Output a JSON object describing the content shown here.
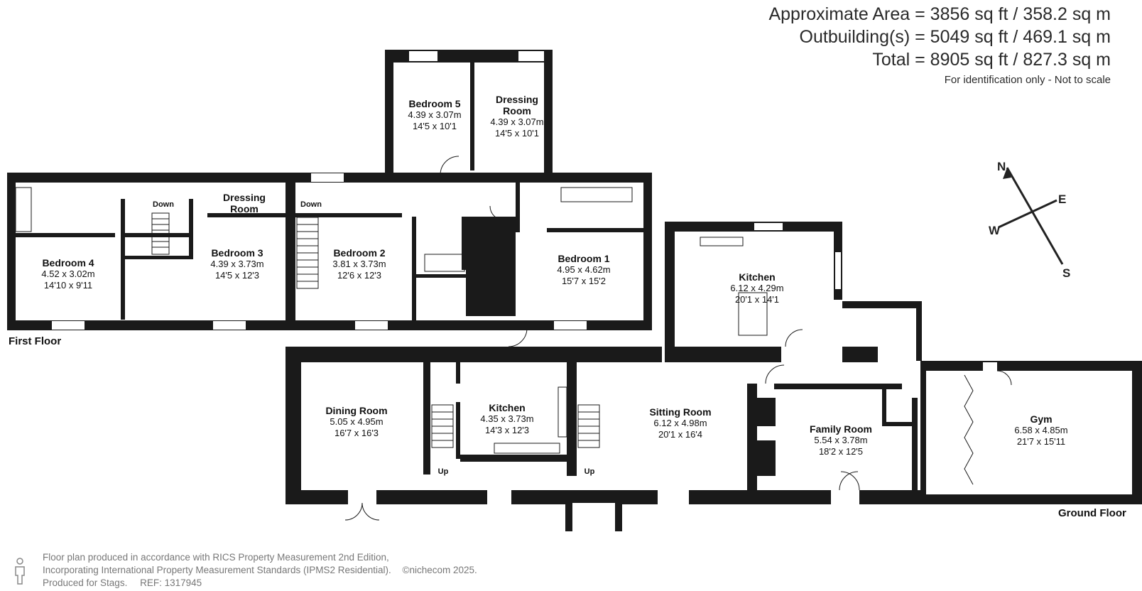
{
  "header": {
    "approx_area": "Approximate Area = 3856 sq ft / 358.2 sq m",
    "outbuildings": "Outbuilding(s) = 5049 sq ft / 469.1 sq m",
    "total": "Total = 8905 sq ft / 827.3 sq m",
    "note": "For identification only - Not to scale"
  },
  "compass": {
    "n": "N",
    "e": "E",
    "s": "S",
    "w": "W"
  },
  "floors": {
    "first": "First Floor",
    "ground": "Ground Floor"
  },
  "first_floor_rooms": [
    {
      "name": "Bedroom 5",
      "metric": "4.39 x 3.07m",
      "imperial": "14'5 x 10'1"
    },
    {
      "name": "Dressing Room",
      "metric": "4.39 x 3.07m",
      "imperial": "14'5 x 10'1"
    },
    {
      "name": "Bedroom 4",
      "metric": "4.52 x 3.02m",
      "imperial": "14'10 x 9'11"
    },
    {
      "name": "Bedroom 3",
      "metric": "4.39 x 3.73m",
      "imperial": "14'5 x 12'3"
    },
    {
      "name": "Bedroom 2",
      "metric": "3.81 x 3.73m",
      "imperial": "12'6 x 12'3"
    },
    {
      "name": "Bedroom 1",
      "metric": "4.95 x 4.62m",
      "imperial": "15'7 x 15'2"
    },
    {
      "name": "Dressing Room"
    }
  ],
  "ground_floor_rooms": [
    {
      "name": "Kitchen",
      "metric": "6.12 x 4.29m",
      "imperial": "20'1 x 14'1"
    },
    {
      "name": "Dining Room",
      "metric": "5.05 x 4.95m",
      "imperial": "16'7 x 16'3"
    },
    {
      "name": "Kitchen",
      "metric": "4.35 x 3.73m",
      "imperial": "14'3 x 12'3"
    },
    {
      "name": "Sitting Room",
      "metric": "6.12 x 4.98m",
      "imperial": "20'1 x 16'4"
    },
    {
      "name": "Family Room",
      "metric": "5.54 x 3.78m",
      "imperial": "18'2 x 12'5"
    },
    {
      "name": "Gym",
      "metric": "6.58 x 4.85m",
      "imperial": "21'7 x 15'11"
    }
  ],
  "stair_labels": {
    "down": "Down",
    "up": "Up"
  },
  "footer": {
    "line1": "Floor plan produced in accordance with RICS Property Measurement 2nd Edition,",
    "line2": "Incorporating International Property Measurement Standards (IPMS2 Residential).",
    "copyright": "©nichecom 2025.",
    "line3": "Produced for Stags.",
    "ref": "REF: 1317945"
  }
}
